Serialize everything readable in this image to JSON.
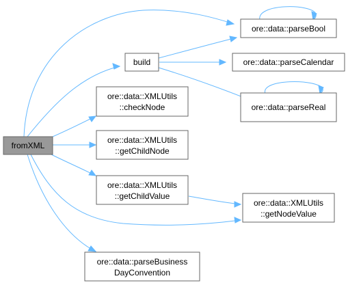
{
  "nodes": {
    "fromXML": "fromXML",
    "build": "build",
    "parseBool": "ore::data::parseBool",
    "parseCalendar": "ore::data::parseCalendar",
    "parseReal": "ore::data::parseReal",
    "checkNode": [
      "ore::data::XMLUtils",
      "::checkNode"
    ],
    "getChildNode": [
      "ore::data::XMLUtils",
      "::getChildNode"
    ],
    "getChildValue": [
      "ore::data::XMLUtils",
      "::getChildValue"
    ],
    "getNodeValue": [
      "ore::data::XMLUtils",
      "::getNodeValue"
    ],
    "parseBusinessDayConvention": [
      "ore::data::parseBusiness",
      "DayConvention"
    ]
  },
  "edges": [
    [
      "fromXML",
      "build"
    ],
    [
      "fromXML",
      "parseBool"
    ],
    [
      "fromXML",
      "checkNode"
    ],
    [
      "fromXML",
      "getChildNode"
    ],
    [
      "fromXML",
      "getChildValue"
    ],
    [
      "fromXML",
      "getNodeValue"
    ],
    [
      "fromXML",
      "parseBusinessDayConvention"
    ],
    [
      "build",
      "parseBool"
    ],
    [
      "build",
      "parseCalendar"
    ],
    [
      "build",
      "parseReal"
    ],
    [
      "parseBool",
      "parseBool"
    ],
    [
      "parseReal",
      "parseReal"
    ],
    [
      "getChildValue",
      "getNodeValue"
    ]
  ],
  "colors": {
    "edge": "#63b8ff",
    "node_border": "#666666",
    "root_fill": "#999999"
  }
}
